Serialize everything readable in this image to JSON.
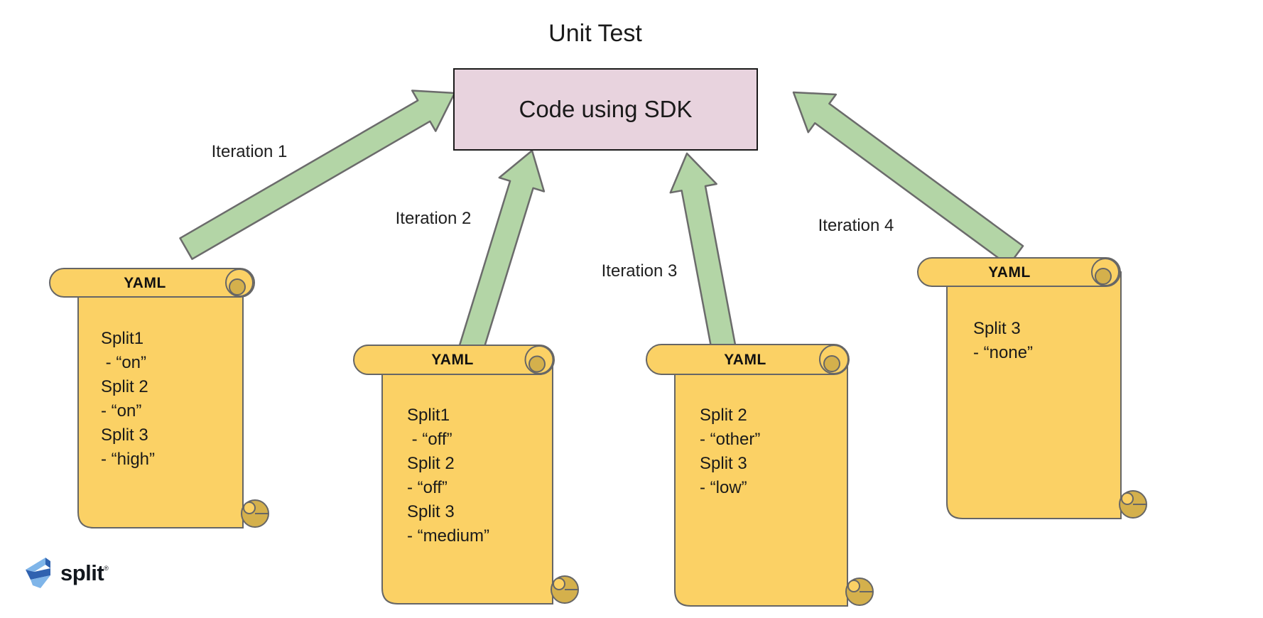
{
  "title": "Unit Test",
  "box": {
    "label": "Code using SDK"
  },
  "iteration_labels": [
    "Iteration 1",
    "Iteration 2",
    "Iteration 3",
    "Iteration 4"
  ],
  "scrolls": [
    {
      "header": "YAML",
      "lines": [
        "Split1",
        " - “on”",
        "Split 2",
        "- “on”",
        "Split 3",
        "- “high”"
      ]
    },
    {
      "header": "YAML",
      "lines": [
        "Split1",
        " - “off”",
        "Split 2",
        "- “off”",
        "Split 3",
        "- “medium”"
      ]
    },
    {
      "header": "YAML",
      "lines": [
        "Split 2",
        "- “other”",
        "Split 3",
        "- “low”"
      ]
    },
    {
      "header": "YAML",
      "lines": [
        "Split 3",
        "- “none”"
      ]
    }
  ],
  "logo": {
    "text": "split",
    "trademark": "®"
  },
  "colors": {
    "scroll_fill": "#FBD165",
    "scroll_curl": "#D4B04C",
    "scroll_stroke": "#666666",
    "arrow_fill": "#B3D5A6",
    "arrow_stroke": "#6B6B6B",
    "box_fill": "#E8D3DE",
    "box_stroke": "#1A1A1A",
    "logo_blue_light": "#7FB5E9",
    "logo_blue_dark": "#2F62B0",
    "text_color": "#1A1A1A"
  }
}
